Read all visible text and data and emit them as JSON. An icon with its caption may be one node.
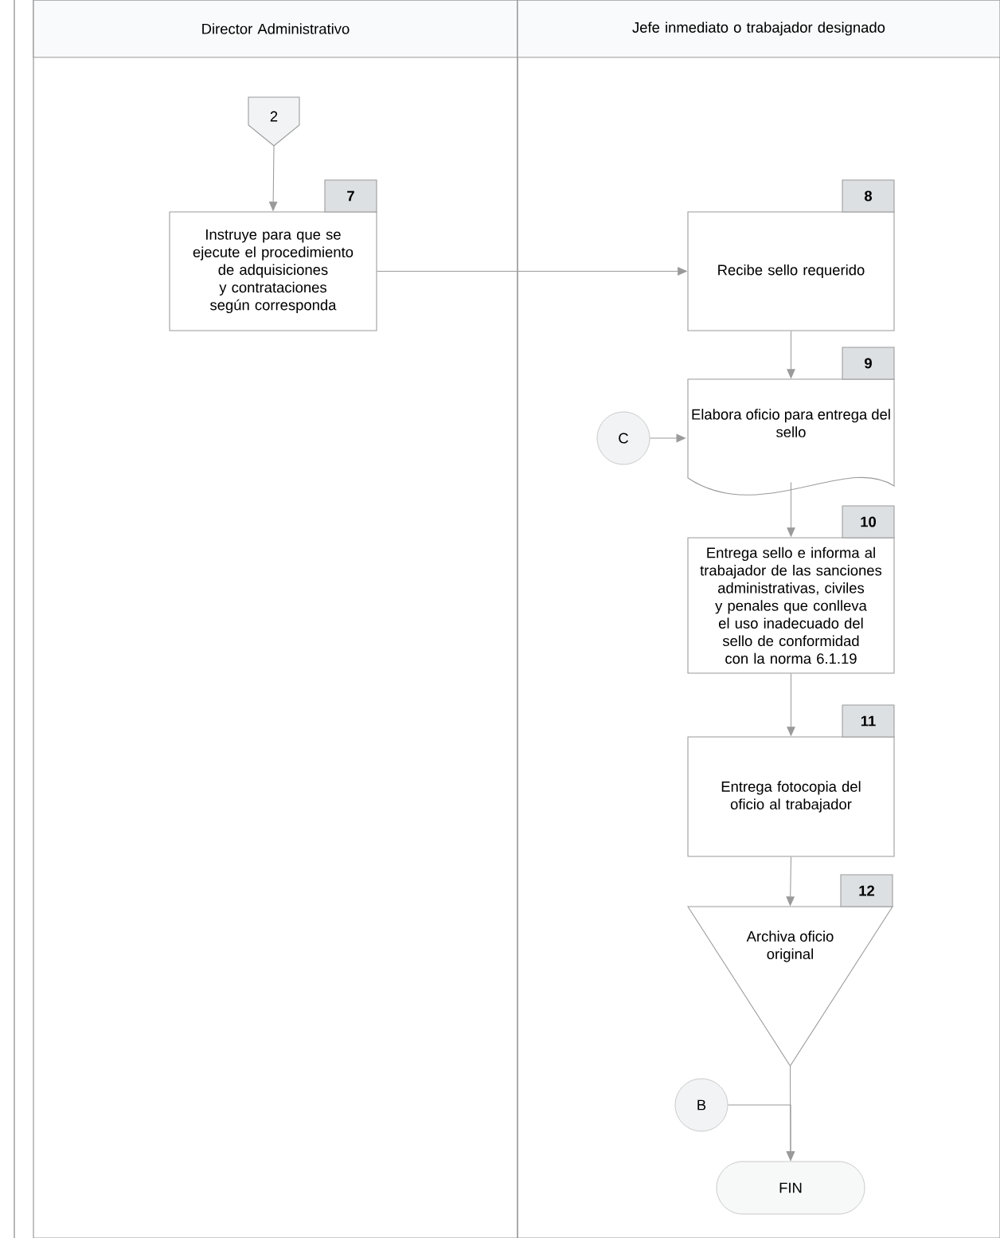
{
  "diagram": {
    "nodes": [
      {
        "text": [
          "Director Administrativo"
        ]
      },
      {
        "text": [
          "Jefe inmediato o trabajador designado"
        ]
      },
      {
        "text": [
          "2"
        ],
        "in": 0
      },
      {
        "text": [
          "Instruye para que se ejecute el procedimiento de adquisiciones y contrataciones según corresponda"
        ],
        "in": 0,
        "beside": [
          "7"
        ]
      },
      {
        "text": [
          "Recibe sello requerido"
        ],
        "in": 1,
        "beside": [
          "8"
        ]
      },
      {
        "text": [
          "Elabora oficio para entrega del sello"
        ],
        "in": 1,
        "beside": [
          "9"
        ]
      },
      {
        "text": [
          "C"
        ],
        "in": 1
      },
      {
        "text": [
          "Entrega sello e informa al trabajador de las sanciones administrativas, civiles y penales que conlleva el uso inadecuado del sello de conformidad con la norma 6.1.19"
        ],
        "in": 1,
        "beside": [
          "10"
        ]
      },
      {
        "text": [
          "Entrega fotocopia del oficio al trabajador"
        ],
        "in": 1,
        "beside": [
          "11"
        ]
      },
      {
        "text": [
          "Archiva oficio original"
        ],
        "in": 1,
        "beside": [
          "12"
        ]
      },
      {
        "text": [
          "B"
        ],
        "in": 1
      },
      {
        "text": [
          "FIN"
        ],
        "in": 1
      }
    ],
    "edges": [
      {
        "from": 2,
        "to": 3,
        "arrow": "to"
      },
      {
        "from": 3,
        "to": 4,
        "arrow": "to"
      },
      {
        "from": 4,
        "to": 5,
        "arrow": "to"
      },
      {
        "from": 6,
        "to": 5,
        "arrow": "to"
      },
      {
        "from": 5,
        "to": 7,
        "arrow": "to"
      },
      {
        "from": 7,
        "to": 8,
        "arrow": "to"
      },
      {
        "from": 8,
        "to": 9,
        "arrow": "to"
      },
      {
        "from": 9,
        "to": 11,
        "arrow": "to"
      },
      {
        "from": 10,
        "to": 11,
        "arrow": "to"
      }
    ]
  }
}
